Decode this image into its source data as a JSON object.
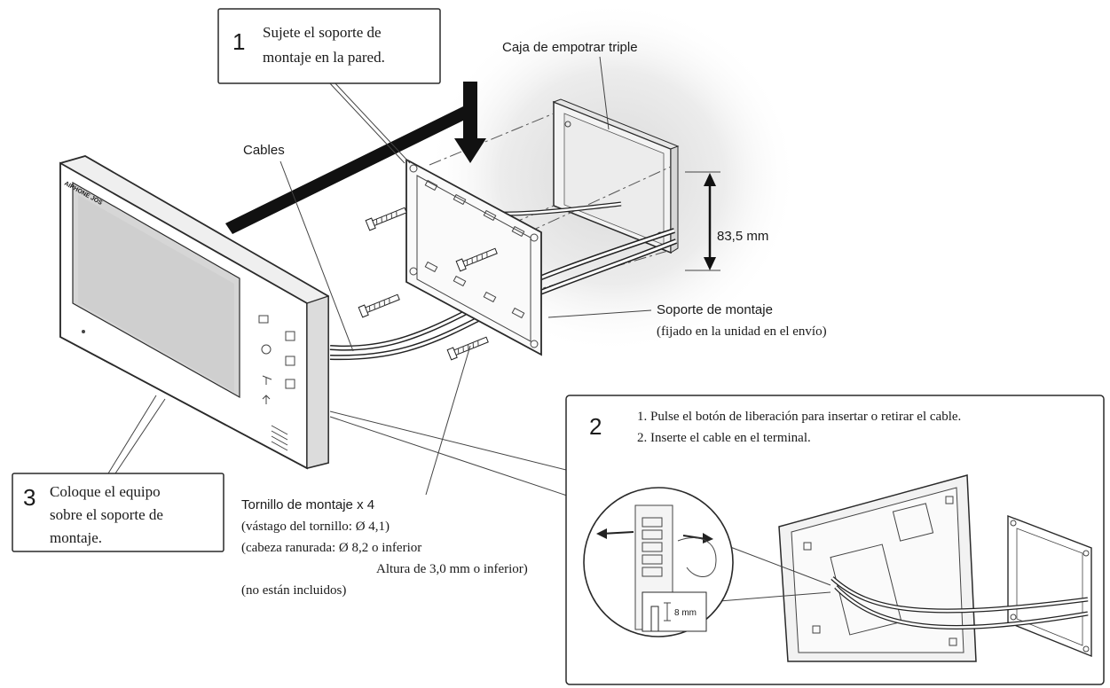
{
  "step1": {
    "number": "1",
    "text_line1": "Sujete el soporte de",
    "text_line2": "montaje en la pared."
  },
  "step2": {
    "number": "2",
    "line1": "1. Pulse el botón de liberación para insertar o retirar el cable.",
    "line2": "2. Inserte el cable en el terminal.",
    "strip_length": "8 mm"
  },
  "step3": {
    "number": "3",
    "text_line1": "Coloque el equipo",
    "text_line2": "sobre el soporte de",
    "text_line3": "montaje."
  },
  "labels": {
    "box": "Caja de empotrar triple",
    "cables": "Cables",
    "dimension": "83,5 mm",
    "bracket": "Soporte de montaje",
    "bracket_note": "(fijado en la unidad en el envío)",
    "screw_title": "Tornillo de montaje x 4",
    "screw_shank": "(vástago del tornillo: Ø 4,1)",
    "screw_head": "(cabeza ranurada: Ø 8,2 o inferior",
    "screw_height": "Altura de 3,0 mm o inferior)",
    "screw_note": "(no están incluidos)"
  },
  "device": {
    "brand": "AIPHONE JOS"
  }
}
